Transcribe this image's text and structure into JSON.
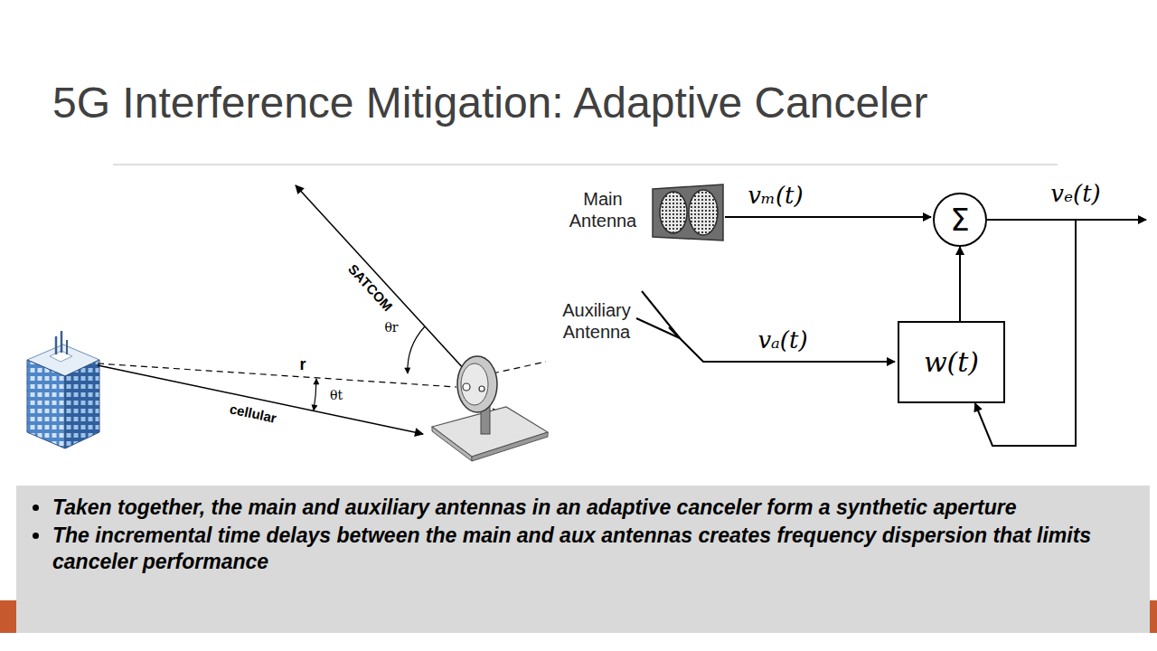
{
  "diagram": {
    "title": "5G Interference Mitigation: Adaptive Canceler",
    "nodes": [
      {
        "text": [
          "Σ"
        ]
      },
      {
        "text": [
          "w(t)"
        ]
      },
      {
        "text": [
          "Taken together, the main and auxiliary antennas in an adaptive canceler form a synthetic aperture",
          "The incremental time delays between the main and aux antennas creates frequency dispersion that limits canceler performance"
        ]
      }
    ],
    "edges": [
      {
        "from": 1,
        "to": 0,
        "arrow": "to"
      },
      {
        "from": 0,
        "to": 1,
        "arrow": "to"
      }
    ],
    "labels": [
      "SATCOM",
      "θr",
      "r",
      "θt",
      "cellular",
      "Main Antenna",
      "Auxiliary Antenna",
      "vₘ(t)",
      "vₑ(t)",
      "vₐ(t)"
    ]
  }
}
